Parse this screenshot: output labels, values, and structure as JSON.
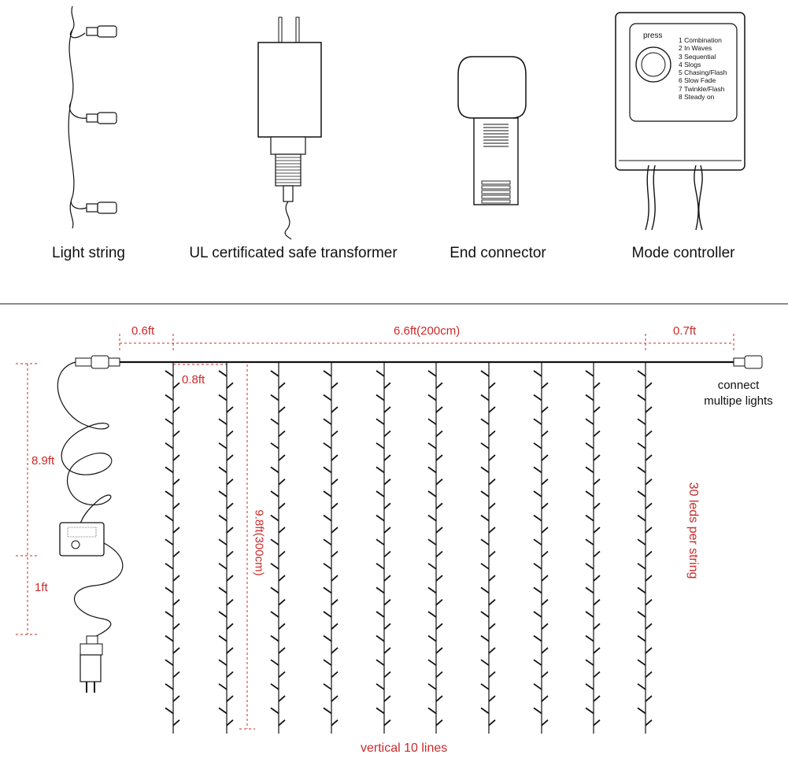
{
  "components": [
    {
      "id": "light_string",
      "label": "Light string",
      "icon": "light-string-icon"
    },
    {
      "id": "transformer",
      "label": "UL certificated safe transformer",
      "icon": "transformer-icon"
    },
    {
      "id": "end_connector",
      "label": "End connector",
      "icon": "end-connector-icon"
    },
    {
      "id": "mode_controller",
      "label": "Mode controller",
      "icon": "mode-controller-icon"
    }
  ],
  "mode_controller": {
    "button_label": "press",
    "modes": [
      "1 Combination",
      "2 In Waves",
      "3 Sequential",
      "4 Slogs",
      "5 Chasing/Flash",
      "6 Slow Fade",
      "7 Twinkle/Flash",
      "8 Steady on"
    ]
  },
  "dimensions": {
    "left_lead": "0.6ft",
    "curtain_width": "6.6ft(200cm)",
    "right_lead": "0.7ft",
    "string_spacing": "0.8ft",
    "string_length": "9.8ft(300cm)",
    "cord_to_controller": "8.9ft",
    "controller_to_plug": "1ft",
    "leds_per_string": "30 leds per string",
    "lines_count": "vertical 10 lines"
  },
  "notes": {
    "connect_line1": "connect",
    "connect_line2": "multipe lights"
  },
  "colors": {
    "dimension": "#cc2a2a",
    "drawing": "#111111",
    "divider": "#444444"
  }
}
